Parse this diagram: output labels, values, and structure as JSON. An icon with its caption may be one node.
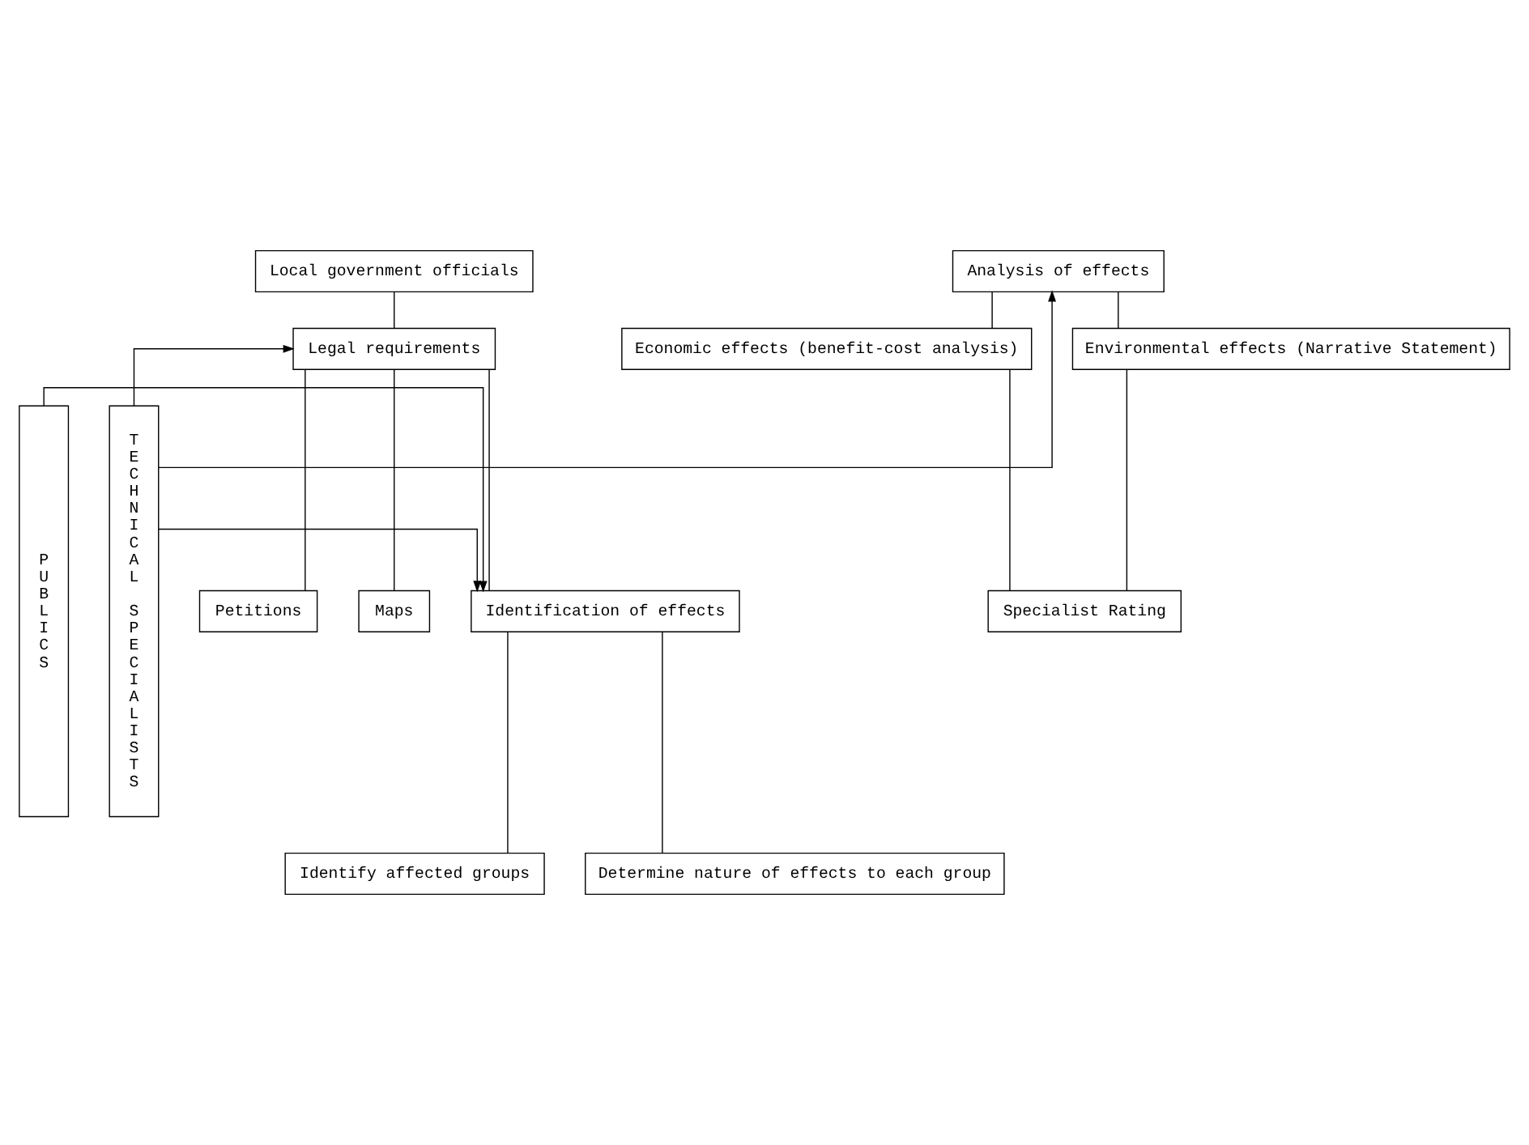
{
  "diagram": {
    "nodes": [
      {
        "text": [
          "TECHNICAL SPECIALISTS"
        ]
      },
      {
        "text": [
          "Local government officials"
        ]
      },
      {
        "text": [
          "Legal requirements"
        ]
      },
      {
        "text": [
          "Petitions"
        ]
      },
      {
        "text": [
          "Maps"
        ]
      },
      {
        "text": [
          "Identification of effects"
        ]
      },
      {
        "text": [
          "Identify affected groups"
        ]
      },
      {
        "text": [
          "Determine nature of effects to each group"
        ]
      },
      {
        "text": [
          "Analysis of effects"
        ]
      },
      {
        "text": [
          "Economic effects (benefit-cost analysis)"
        ]
      },
      {
        "text": [
          "Environmental effects (Narrative Statement)"
        ]
      },
      {
        "text": [
          "Specialist Rating"
        ]
      },
      {
        "text": [
          "PUBLICS"
        ]
      }
    ],
    "edges": [
      {
        "from": 1,
        "to": 2,
        "arrow": "none"
      },
      {
        "from": 0,
        "to": 2,
        "arrow": "to"
      },
      {
        "from": 2,
        "to": 3,
        "arrow": "none"
      },
      {
        "from": 2,
        "to": 4,
        "arrow": "none"
      },
      {
        "from": 2,
        "to": 5,
        "arrow": "none"
      },
      {
        "from": 0,
        "to": 5,
        "arrow": "to"
      },
      {
        "from": 12,
        "to": 5,
        "arrow": "to"
      },
      {
        "from": 5,
        "to": 6,
        "arrow": "none"
      },
      {
        "from": 5,
        "to": 7,
        "arrow": "none"
      },
      {
        "from": 0,
        "to": 8,
        "arrow": "to"
      },
      {
        "from": 8,
        "to": 9,
        "arrow": "none"
      },
      {
        "from": 8,
        "to": 10,
        "arrow": "none"
      },
      {
        "from": 9,
        "to": 11,
        "arrow": "none"
      },
      {
        "from": 10,
        "to": 11,
        "arrow": "none"
      }
    ]
  }
}
